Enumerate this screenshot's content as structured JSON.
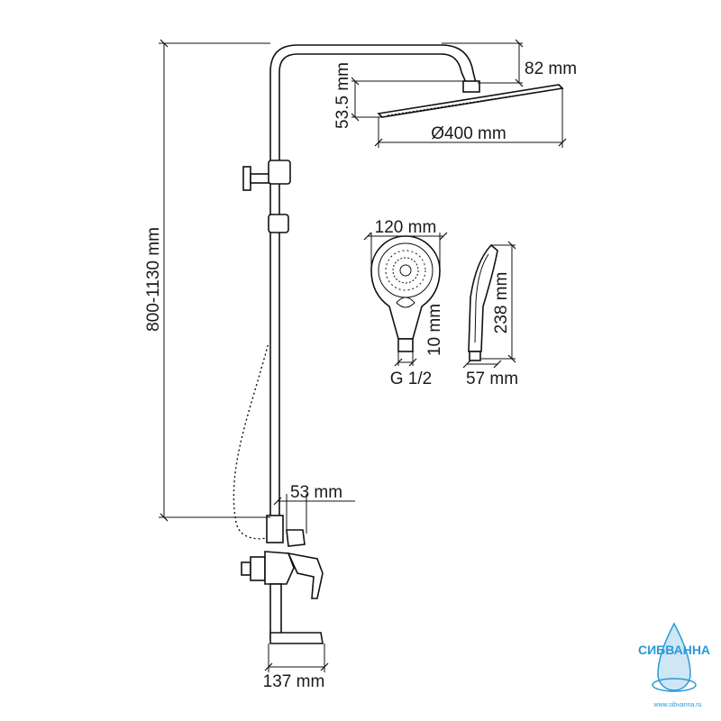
{
  "dimensions": {
    "height_total": "800-1130 mm",
    "arm_drop": "82 mm",
    "head_thickness": "53.5 mm",
    "head_diameter": "Ø400 mm",
    "hand_width": "120 mm",
    "hand_connector": "10 mm",
    "hand_thread": "G 1/2",
    "hand_length": "238 mm",
    "hand_depth": "57 mm",
    "outlet_offset": "53 mm",
    "spout_length": "137 mm"
  },
  "logo": {
    "name": "СИБВАННА",
    "site": "www.sibvanna.ru",
    "color": "#2a9ad6"
  }
}
